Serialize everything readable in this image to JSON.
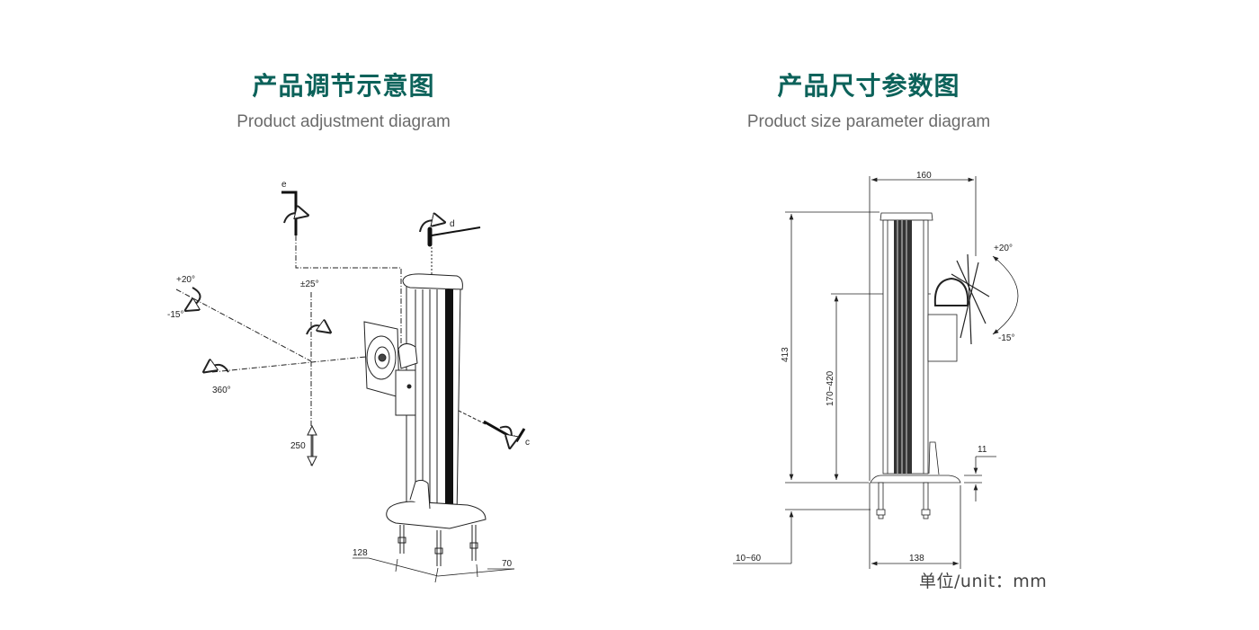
{
  "left_panel": {
    "title_cn": "产品调节示意图",
    "title_en": "Product adjustment diagram",
    "labels": {
      "tool_e": "e",
      "tool_d": "d",
      "tool_c": "c",
      "tilt_up": "+20°",
      "tilt_down": "-15°",
      "swivel": "±25°",
      "rotation": "360°",
      "height_travel": "250",
      "base_depth": "128",
      "base_spacing": "70"
    }
  },
  "right_panel": {
    "title_cn": "产品尺寸参数图",
    "title_en": "Product size parameter diagram",
    "dimensions": {
      "width_top": "160",
      "total_height": "413",
      "adjust_height": "170~420",
      "base_thickness": "11",
      "desk_clamp": "10~60",
      "base_width": "138",
      "tilt_up": "+20°",
      "tilt_down": "-15°"
    },
    "unit_label": "单位/unit：mm"
  },
  "colors": {
    "title": "#0c625a",
    "subtitle": "#6b6b6b",
    "line": "#222222"
  }
}
